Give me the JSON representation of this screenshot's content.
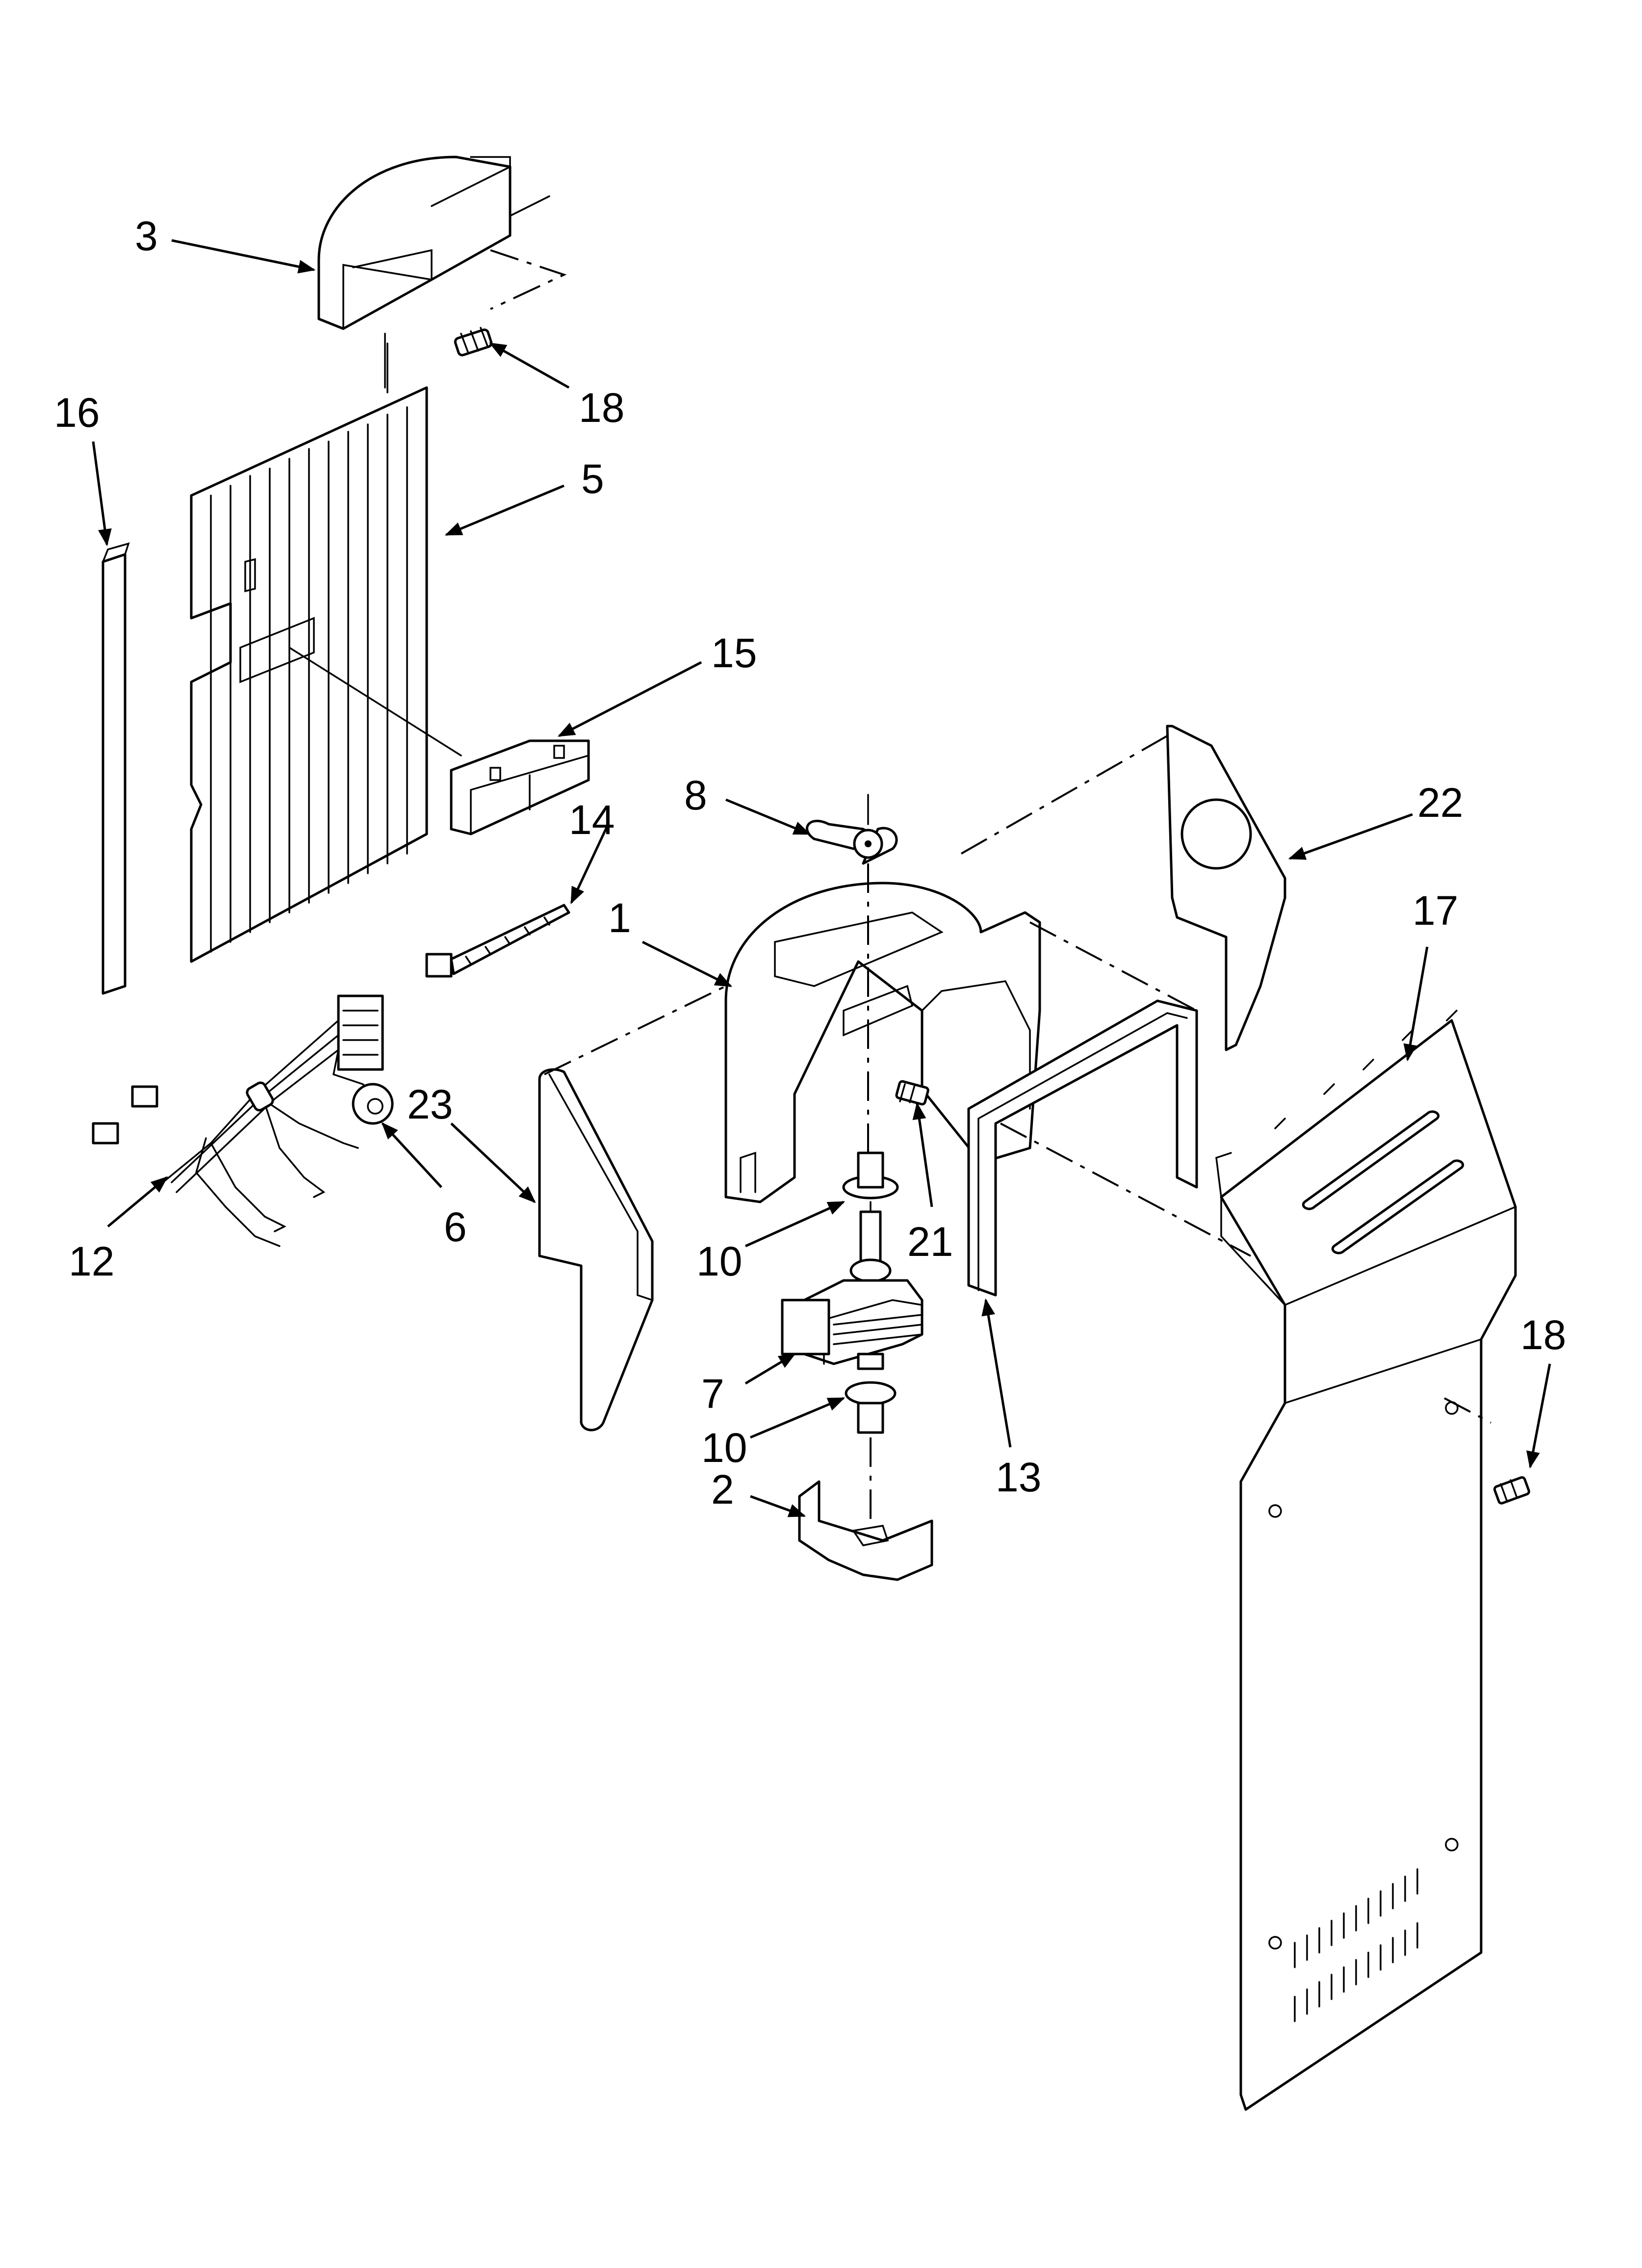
{
  "callouts": {
    "c3": "3",
    "c18a": "18",
    "c16": "16",
    "c5": "5",
    "c15": "15",
    "c14": "14",
    "c8": "8",
    "c22": "22",
    "c1": "1",
    "c17": "17",
    "c23": "23",
    "c6": "6",
    "c12": "12",
    "c10a": "10",
    "c21": "21",
    "c7": "7",
    "c10b": "10",
    "c13": "13",
    "c18b": "18",
    "c2": "2"
  }
}
